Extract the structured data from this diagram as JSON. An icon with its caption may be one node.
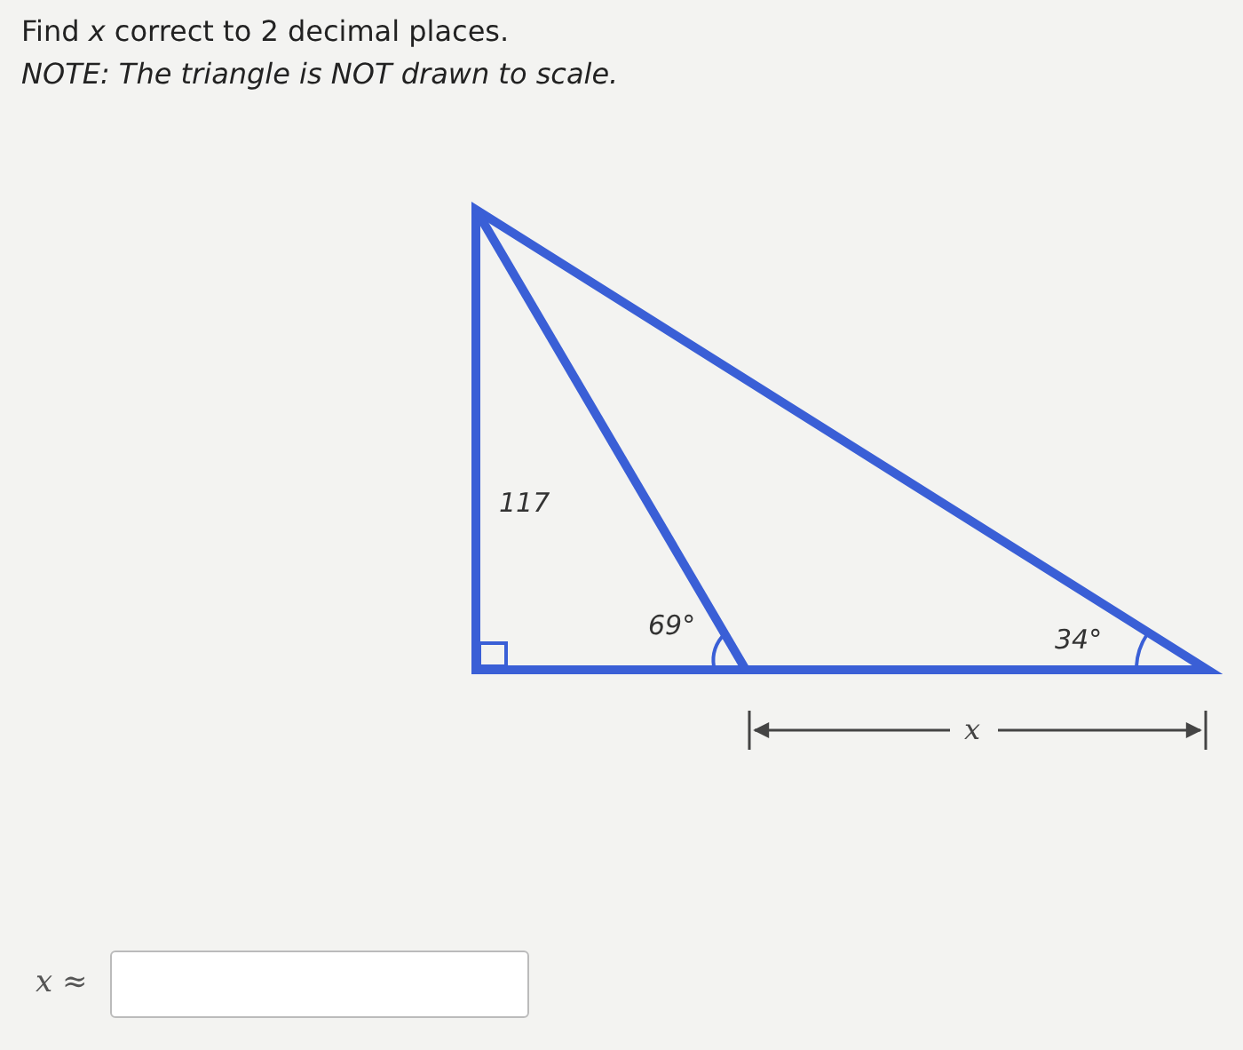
{
  "diagram": {
    "title": "Find *x* correct to 2 decimal places.",
    "labels": [
      "NOTE: The triangle is NOT drawn to scale.",
      "117",
      "69°",
      "34°",
      "x",
      "*x* ≈"
    ]
  }
}
